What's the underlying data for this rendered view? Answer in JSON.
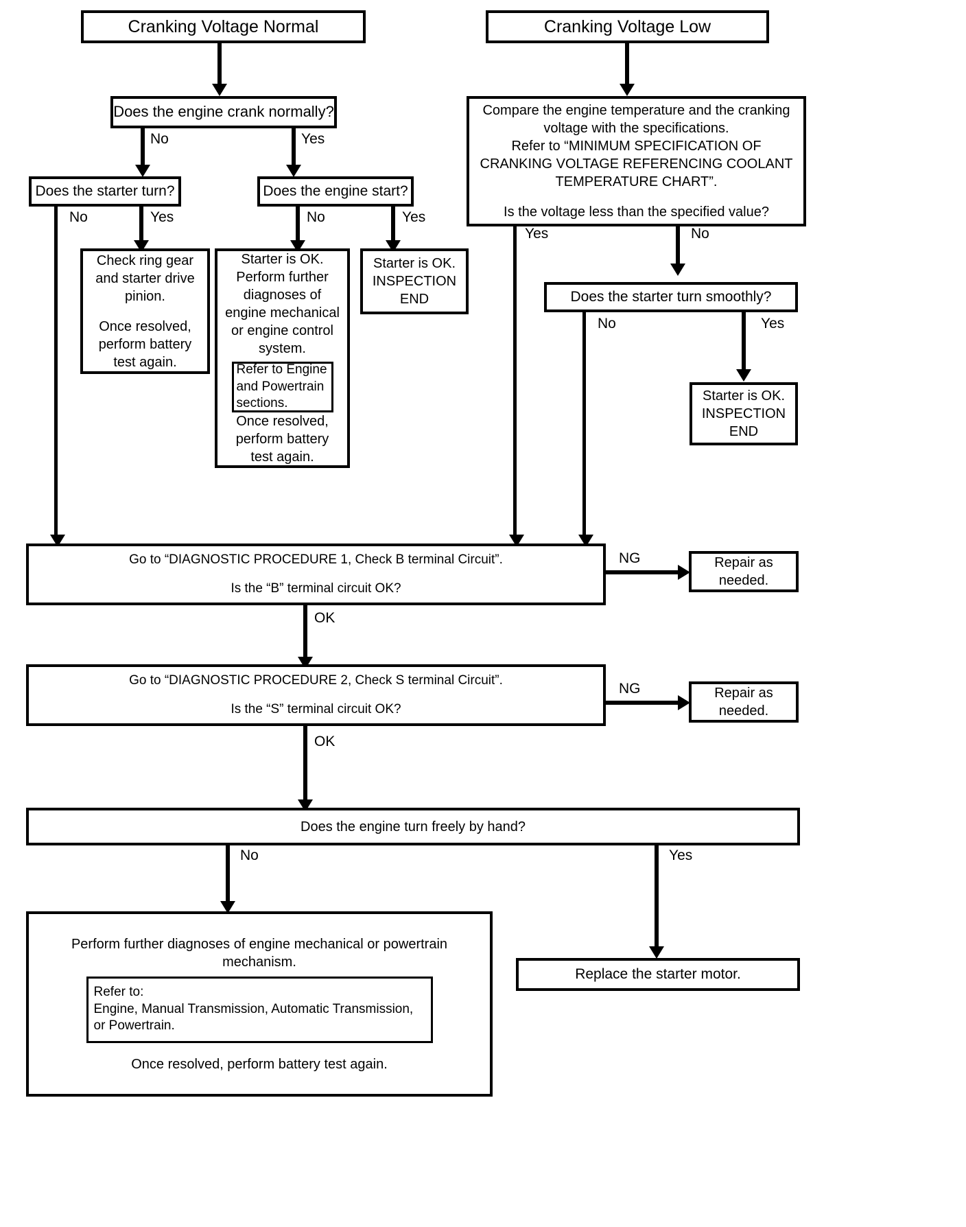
{
  "chart_data": {
    "type": "flowchart",
    "title": "Starter / Cranking Voltage Diagnostic Flowchart"
  },
  "nodes": {
    "cranking_voltage_normal": "Cranking Voltage Normal",
    "cranking_voltage_low": "Cranking Voltage Low",
    "engine_crank_normally": "Does the engine crank normally?",
    "starter_turn": "Does the starter turn?",
    "engine_start": "Does the engine start?",
    "compare_temp_line1": "Compare the engine temperature and the cranking",
    "compare_temp_line2": "voltage with the specifications.",
    "compare_temp_line3": "Refer to “MINIMUM SPECIFICATION OF",
    "compare_temp_line4": "CRANKING VOLTAGE REFERENCING COOLANT",
    "compare_temp_line5": "TEMPERATURE CHART”.",
    "compare_temp_question": "Is the voltage less than the specified value?",
    "check_ring_gear_a": "Check ring gear\nand starter drive\npinion.",
    "check_ring_gear_b": "Once resolved,\nperform battery\ntest again.",
    "starter_ok_further_a": "Starter is OK.\nPerform further\ndiagnoses of\nengine mechanical\nor engine control\nsystem.",
    "starter_ok_further_inner": "Refer to Engine\nand Powertrain\nsections.",
    "starter_ok_further_b": "Once resolved,\nperform battery\ntest again.",
    "starter_ok_inspection_end_left": "Starter is OK.\nINSPECTION\nEND",
    "starter_turn_smoothly": "Does the starter turn smoothly?",
    "starter_ok_inspection_end_right": "Starter is OK.\nINSPECTION\nEND",
    "diag_proc_1_line1": "Go to “DIAGNOSTIC PROCEDURE 1, Check B terminal Circuit”.",
    "diag_proc_1_line2": "Is the “B” terminal circuit OK?",
    "repair_as_needed_1": "Repair as\nneeded.",
    "diag_proc_2_line1": "Go to “DIAGNOSTIC PROCEDURE 2, Check S terminal Circuit”.",
    "diag_proc_2_line2": "Is the “S” terminal circuit OK?",
    "repair_as_needed_2": "Repair as\nneeded.",
    "engine_turn_freely": "Does the engine turn freely by hand?",
    "perform_further_a": "Perform further diagnoses of engine mechanical or powertrain\nmechanism.",
    "perform_further_inner_line1": "Refer to:",
    "perform_further_inner_line2": "Engine, Manual Transmission, Automatic Transmission,",
    "perform_further_inner_line3": "or Powertrain.",
    "perform_further_b": "Once resolved, perform battery test again.",
    "replace_starter_motor": "Replace the starter motor."
  },
  "edge_labels": {
    "crank_no": "No",
    "crank_yes": "Yes",
    "starter_turn_no": "No",
    "starter_turn_yes": "Yes",
    "engine_start_no": "No",
    "engine_start_yes": "Yes",
    "voltage_yes": "Yes",
    "voltage_no": "No",
    "smoothly_no": "No",
    "smoothly_yes": "Yes",
    "b_ng": "NG",
    "b_ok": "OK",
    "s_ng": "NG",
    "s_ok": "OK",
    "freely_no": "No",
    "freely_yes": "Yes"
  },
  "colors": {
    "stroke": "#000000",
    "background": "#ffffff"
  }
}
